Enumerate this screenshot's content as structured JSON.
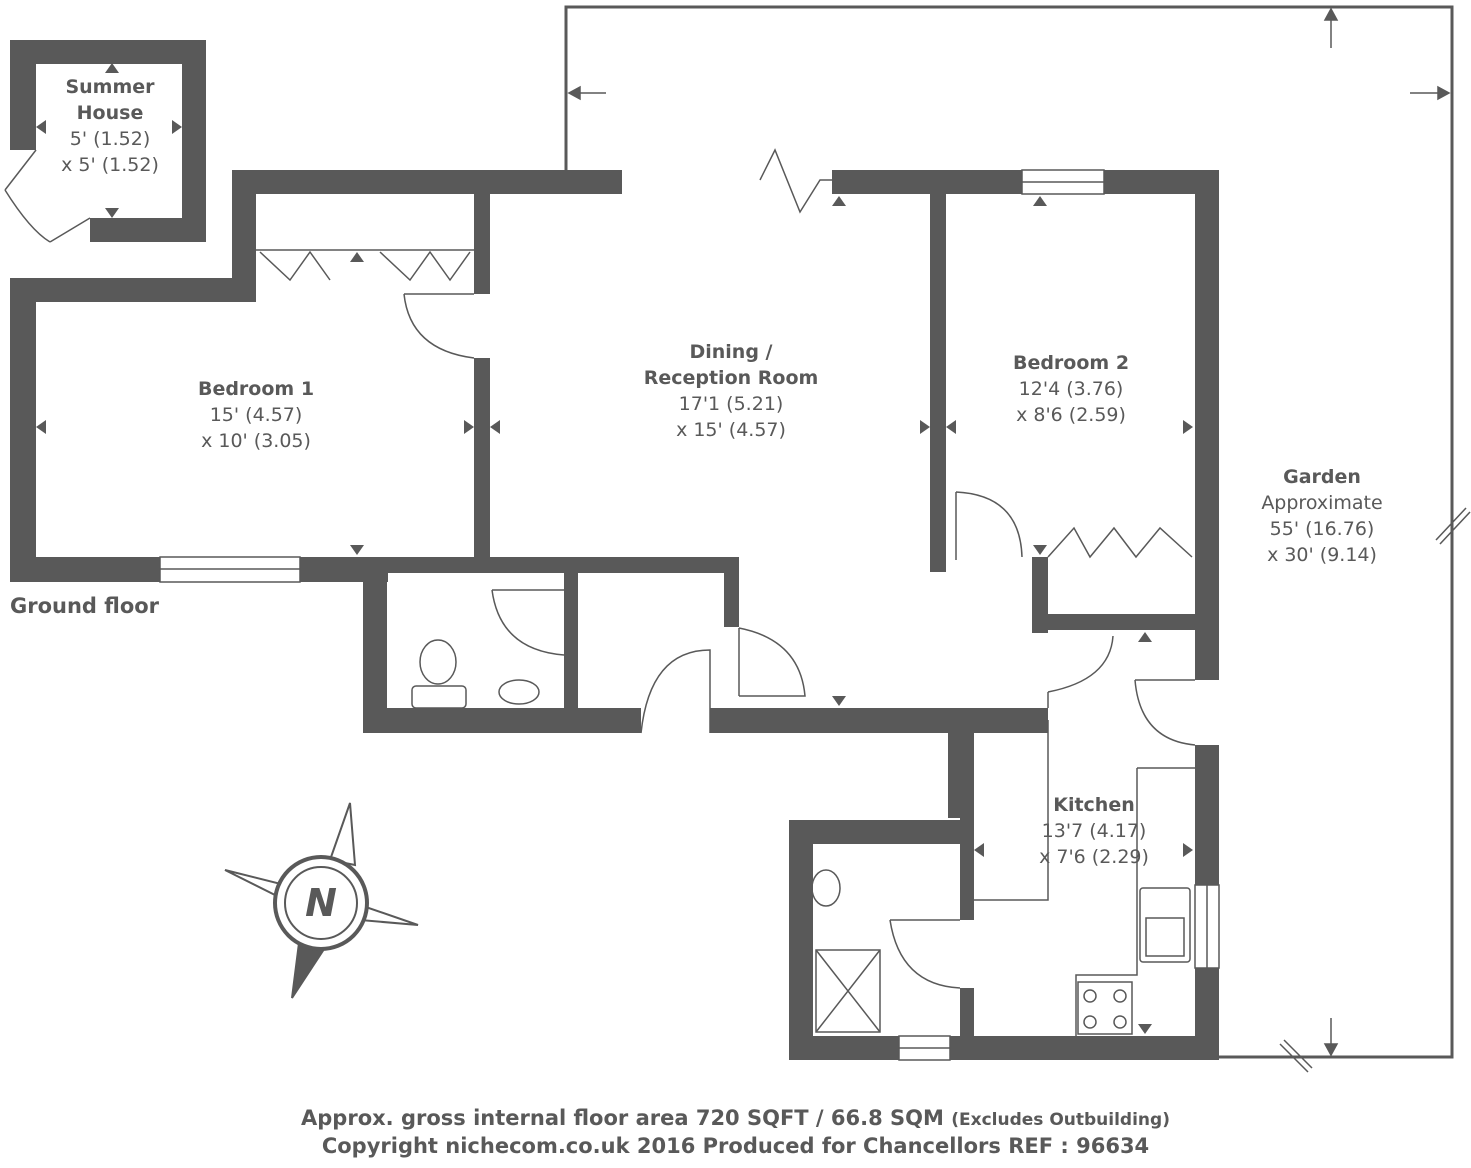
{
  "rooms": {
    "summer_house": {
      "name_line1": "Summer",
      "name_line2": "House",
      "dim1": "5' (1.52)",
      "dim2": "x 5' (1.52)"
    },
    "bedroom1": {
      "name": "Bedroom 1",
      "dim1": "15' (4.57)",
      "dim2": "x 10' (3.05)"
    },
    "dining": {
      "name_line1": "Dining /",
      "name_line2": "Reception Room",
      "dim1": "17'1 (5.21)",
      "dim2": "x 15' (4.57)"
    },
    "bedroom2": {
      "name": "Bedroom 2",
      "dim1": "12'4 (3.76)",
      "dim2": "x 8'6 (2.59)"
    },
    "garden": {
      "name": "Garden",
      "note": "Approximate",
      "dim1": "55' (16.76)",
      "dim2": "x 30' (9.14)"
    },
    "kitchen": {
      "name": "Kitchen",
      "dim1": "13'7 (4.17)",
      "dim2": "x 7'6 (2.29)"
    }
  },
  "floor_label": "Ground floor",
  "compass_letter": "N",
  "footer": {
    "area_text": "Approx. gross internal floor area 720 SQFT / 66.8 SQM",
    "area_note": "(Excludes Outbuilding)",
    "copyright": "Copyright nichecom.co.uk 2016 Produced for Chancellors REF : 96634"
  },
  "colors": {
    "wall": "#595959",
    "text": "#595959",
    "background": "#ffffff"
  }
}
